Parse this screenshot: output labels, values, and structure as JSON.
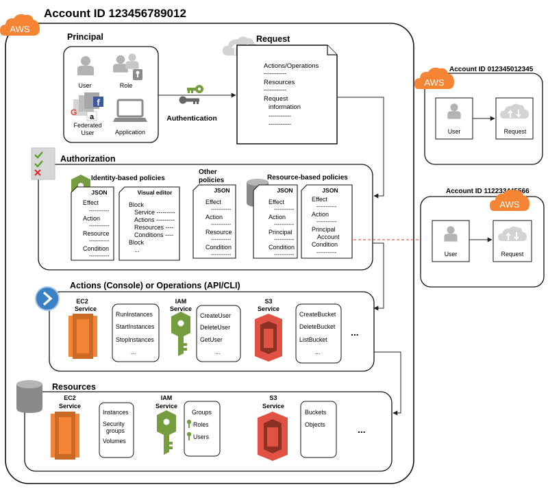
{
  "account": {
    "title": "Account ID 123456789012",
    "badge": "AWS"
  },
  "principal": {
    "title": "Principal",
    "user": "User",
    "role": "Role",
    "federated": [
      "Federated",
      "User"
    ],
    "application": "Application"
  },
  "authentication": {
    "label": "Authentication"
  },
  "request": {
    "title": "Request",
    "lines": [
      "Actions/Operations",
      "-----------",
      "Resources",
      "-----------",
      "Request",
      "information",
      "-----------",
      "-----------"
    ]
  },
  "authorization": {
    "title": "Authorization",
    "identity_title": "Identity-based policies",
    "json_policy": {
      "header": "JSON",
      "lines": [
        "Effect",
        "-----------",
        "Action",
        "-----------",
        "Resource",
        "-----------",
        "Condition",
        "-----------"
      ]
    },
    "visual_editor": {
      "header": "Visual editor",
      "lines": [
        "Block",
        "Service ---------",
        "Actions ---------",
        "Resources ----",
        "Conditions ----",
        "Block",
        "..."
      ]
    },
    "other_title": [
      "Other",
      "policies"
    ],
    "other_policy": {
      "header": "JSON",
      "lines": [
        "Effect",
        "-----------",
        "Action",
        "-----------",
        "Resource",
        "-----------",
        "Condition",
        "-----------"
      ]
    },
    "resource_title": "Resource-based policies",
    "resource_policy_1": {
      "header": "JSON",
      "lines": [
        "Effect",
        "-----------",
        "Action",
        "-----------",
        "Principal",
        "-----------",
        "Condition",
        "-----------"
      ]
    },
    "resource_policy_2": {
      "header": "JSON",
      "lines": [
        "Effect",
        "-----------",
        "Action",
        "-----------",
        "Principal",
        "Account",
        "Condition",
        "-----------"
      ]
    }
  },
  "actions": {
    "title": "Actions (Console) or Operations (API/CLI)",
    "ec2": {
      "label": [
        "EC2",
        "Service"
      ],
      "items": [
        "RunInstances",
        "StartInstances",
        "StopInstances",
        "..."
      ]
    },
    "iam": {
      "label": [
        "IAM",
        "Service"
      ],
      "items": [
        "CreateUser",
        "DeleteUser",
        "GetUser",
        "..."
      ]
    },
    "s3": {
      "label": [
        "S3",
        "Service"
      ],
      "items": [
        "CreateBucket",
        "DeleteBucket",
        "ListBucket",
        "..."
      ]
    },
    "more": "..."
  },
  "resources": {
    "title": "Resources",
    "ec2": {
      "label": [
        "EC2",
        "Service"
      ],
      "items": [
        "Instances",
        "Security",
        "groups",
        "Volumes"
      ]
    },
    "iam": {
      "label": [
        "IAM",
        "Service"
      ],
      "items": [
        "Groups",
        "Roles",
        "Users"
      ]
    },
    "s3": {
      "label": [
        "S3",
        "Service"
      ],
      "items": [
        "Buckets",
        "Objects"
      ]
    },
    "more": "..."
  },
  "account_2": {
    "title": "Account ID 012345012345",
    "badge": "AWS",
    "user": "User",
    "request": "Request"
  },
  "account_3": {
    "title": "Account ID 112233445566",
    "badge": "AWS",
    "user": "User",
    "request": "Request"
  },
  "colors": {
    "aws_orange": "#f58534",
    "ec2_orange": "#f58536",
    "iam_green": "#759c3e",
    "s3_red": "#e05243",
    "console_blue": "#3b7fc4",
    "dashed_red": "#e0342c"
  }
}
